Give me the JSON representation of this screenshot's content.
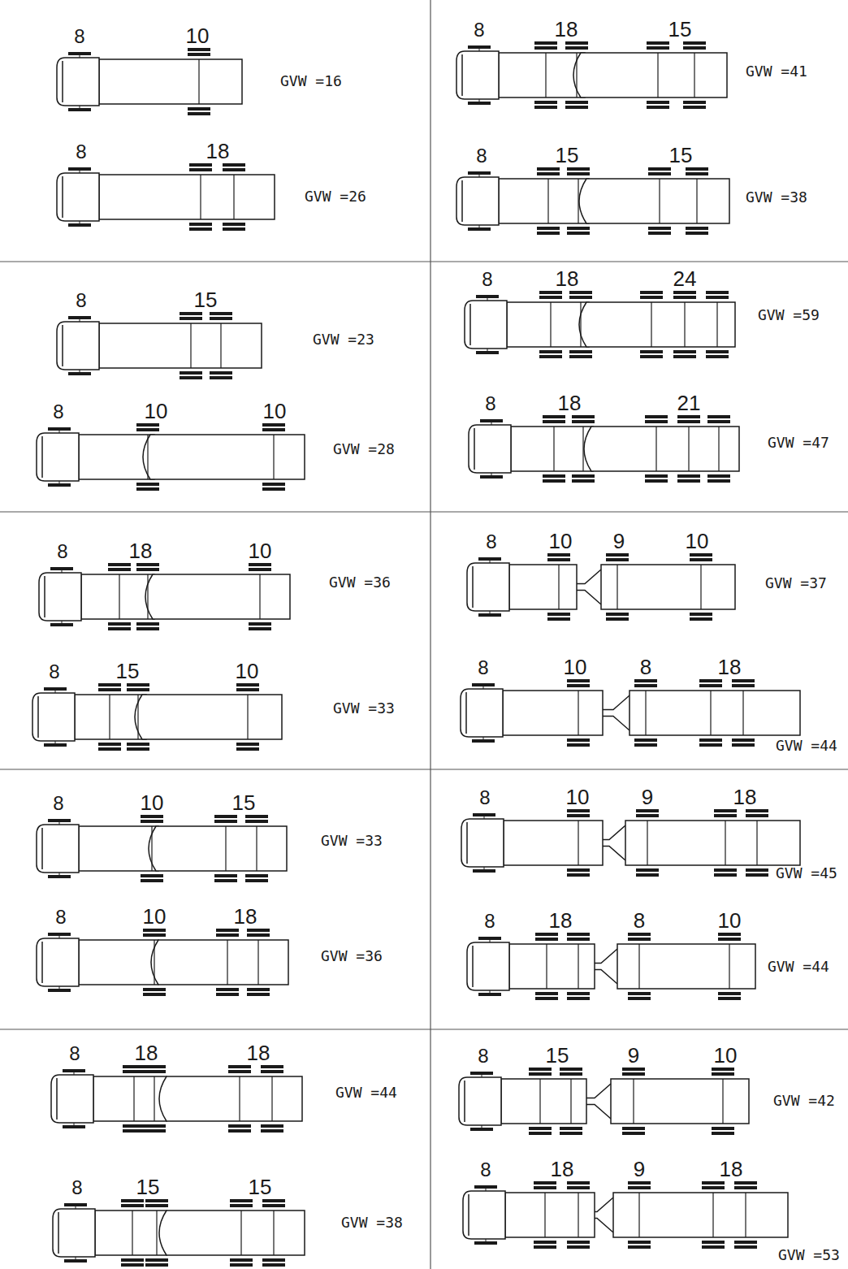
{
  "diagram": {
    "labels": [
      "8",
      "10",
      "GVW =16",
      "8",
      "18",
      "GVW =26",
      "8",
      "15",
      "GVW =23",
      "8",
      "10",
      "10",
      "GVW =28",
      "8",
      "18",
      "10",
      "GVW =36",
      "8",
      "15",
      "10",
      "GVW =33",
      "8",
      "10",
      "15",
      "GVW =33",
      "8",
      "10",
      "18",
      "GVW =36",
      "8",
      "18",
      "18",
      "GVW =44",
      "8",
      "15",
      "15",
      "GVW =38",
      "8",
      "18",
      "15",
      "GVW =41",
      "8",
      "15",
      "15",
      "GVW =38",
      "8",
      "18",
      "24",
      "GVW =59",
      "8",
      "18",
      "21",
      "GVW =47",
      "8",
      "10",
      "9",
      "10",
      "GVW =37",
      "8",
      "10",
      "8",
      "18",
      "GVW =44",
      "8",
      "10",
      "9",
      "18",
      "GVW =45",
      "8",
      "18",
      "8",
      "10",
      "GVW =44",
      "8",
      "15",
      "9",
      "10",
      "GVW =42",
      "8",
      "18",
      "9",
      "18",
      "GVW =53"
    ]
  }
}
